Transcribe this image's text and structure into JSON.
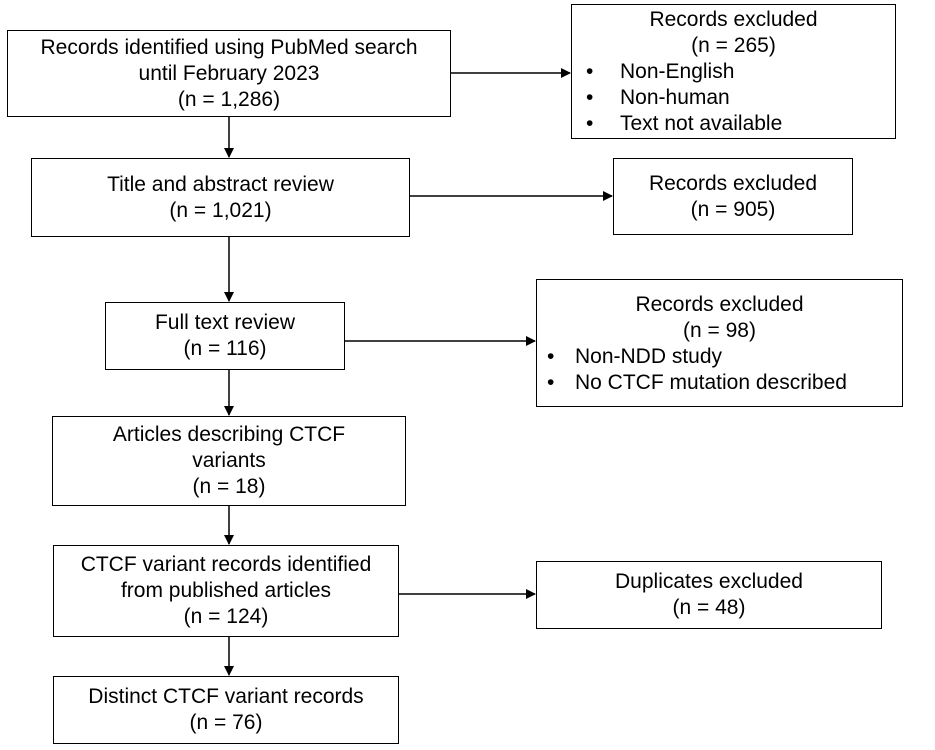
{
  "diagram": {
    "main": [
      {
        "id": "identified",
        "lines": [
          "Records identified using PubMed search",
          "until February 2023",
          "(n = 1,286)"
        ]
      },
      {
        "id": "title_abstract",
        "lines": [
          "Title and abstract review",
          "(n = 1,021)"
        ]
      },
      {
        "id": "full_text",
        "lines": [
          "Full text review",
          "(n = 116)"
        ]
      },
      {
        "id": "articles",
        "lines": [
          "Articles describing CTCF",
          "variants",
          "(n  = 18)"
        ]
      },
      {
        "id": "variant_records",
        "lines": [
          "CTCF variant records identified",
          "from published articles",
          "(n = 124)"
        ]
      },
      {
        "id": "distinct",
        "lines": [
          "Distinct CTCF variant records",
          "(n = 76)"
        ]
      }
    ],
    "side": [
      {
        "id": "excluded_1",
        "title": "Records excluded",
        "count": "(n = 265)",
        "bullet": "•",
        "items": [
          "Non-English",
          "Non-human",
          "Text  not available"
        ]
      },
      {
        "id": "excluded_2",
        "title": "Records excluded",
        "count": "(n = 905)",
        "bullet": "",
        "items": []
      },
      {
        "id": "excluded_3",
        "title": "Records excluded",
        "count": "(n = 98)",
        "bullet": "•",
        "items": [
          "Non-NDD study",
          "No CTCF mutation described"
        ]
      },
      {
        "id": "duplicates",
        "title": "Duplicates excluded",
        "count": "(n = 48)",
        "bullet": "",
        "items": []
      }
    ]
  }
}
